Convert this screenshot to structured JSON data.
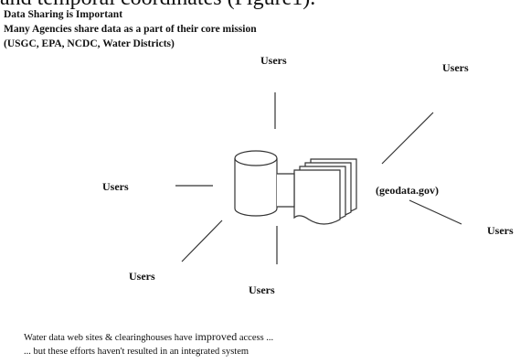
{
  "header": {
    "cut_line": "and temporal coordinates (Figure1).",
    "title": "Data Sharing is Important",
    "line1": "Many Agencies share data as a part of their core mission",
    "line2": "(USGC, EPA, NCDC, Water Districts)"
  },
  "diagram": {
    "user_label": "Users",
    "portal_label": "(geodata.gov)"
  },
  "footer": {
    "line1_a": "Water data web sites & clearinghouses have ",
    "line1_b": "improved",
    "line1_c": " access ...",
    "line2": "... but these efforts haven't resulted in an integrated system"
  }
}
